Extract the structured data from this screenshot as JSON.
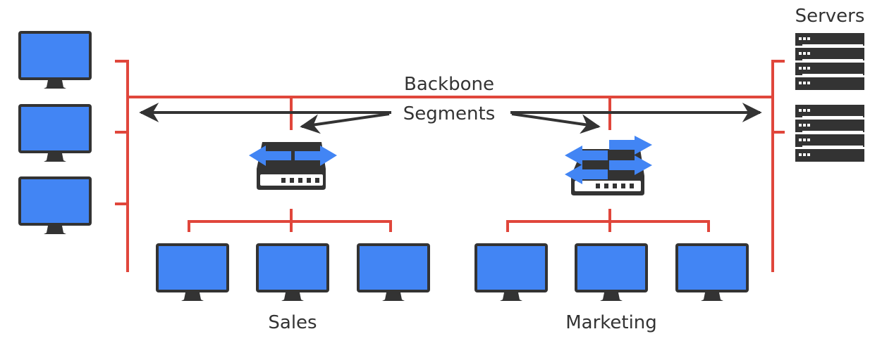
{
  "labels": {
    "backbone": "Backbone",
    "segments": "Segments",
    "servers": "Servers",
    "sales": "Sales",
    "marketing": "Marketing"
  },
  "colors": {
    "wire": "#e0463b",
    "device_dark": "#333333",
    "screen": "#4285f4",
    "arrow": "#333333",
    "text": "#333333"
  },
  "nodes": {
    "left_computers": [
      "computer",
      "computer",
      "computer"
    ],
    "sales_computers": [
      "computer",
      "computer",
      "computer"
    ],
    "marketing_computers": [
      "computer",
      "computer",
      "computer"
    ],
    "devices": [
      {
        "name": "bridge",
        "segment": "Sales"
      },
      {
        "name": "switch",
        "segment": "Marketing"
      }
    ],
    "server_racks": [
      "server-rack",
      "server-rack"
    ]
  }
}
